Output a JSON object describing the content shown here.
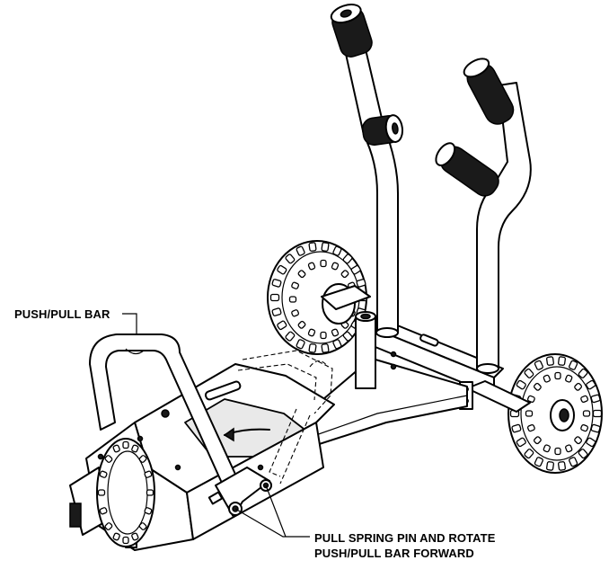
{
  "labels": {
    "push_pull_bar": "PUSH/PULL BAR",
    "spring_pin_line1": "PULL SPRING PIN AND ROTATE",
    "spring_pin_line2": "PUSH/PULL BAR FORWARD"
  }
}
